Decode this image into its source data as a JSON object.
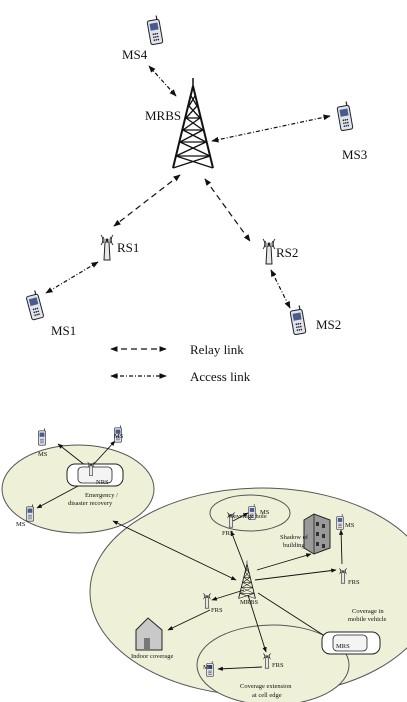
{
  "top": {
    "mrbs": "MRBS",
    "ms1": "MS1",
    "ms2": "MS2",
    "ms3": "MS3",
    "ms4": "MS4",
    "rs1": "RS1",
    "rs2": "RS2",
    "legend_relay": "Relay link",
    "legend_access": "Access link"
  },
  "bottom": {
    "mrbs": "MRBS",
    "ms_a": "MS",
    "ms_b": "MS",
    "ms_c": "MS",
    "ms_d": "MS",
    "ms_e": "MS",
    "ms_f": "MS",
    "nrs": "NRS",
    "frs_a": "FRS",
    "frs_b": "FRS",
    "frs_c": "FRS",
    "frs_d": "FRS",
    "mrs": "MRS",
    "emergency_1": "Emergency /",
    "emergency_2": "disaster recovery",
    "coverage_hole": "Coverage hole",
    "shadow_1": "Shadow of",
    "shadow_2": "building",
    "vehicle_1": "Coverage in",
    "vehicle_2": "mobile vehicle",
    "indoor": "Indoor coverage",
    "extension_1": "Coverage extension",
    "extension_2": "at cell edge"
  },
  "colors": {
    "ellipse_fill": "#eef0d8",
    "ellipse_stroke": "#555555",
    "line": "#111111"
  }
}
